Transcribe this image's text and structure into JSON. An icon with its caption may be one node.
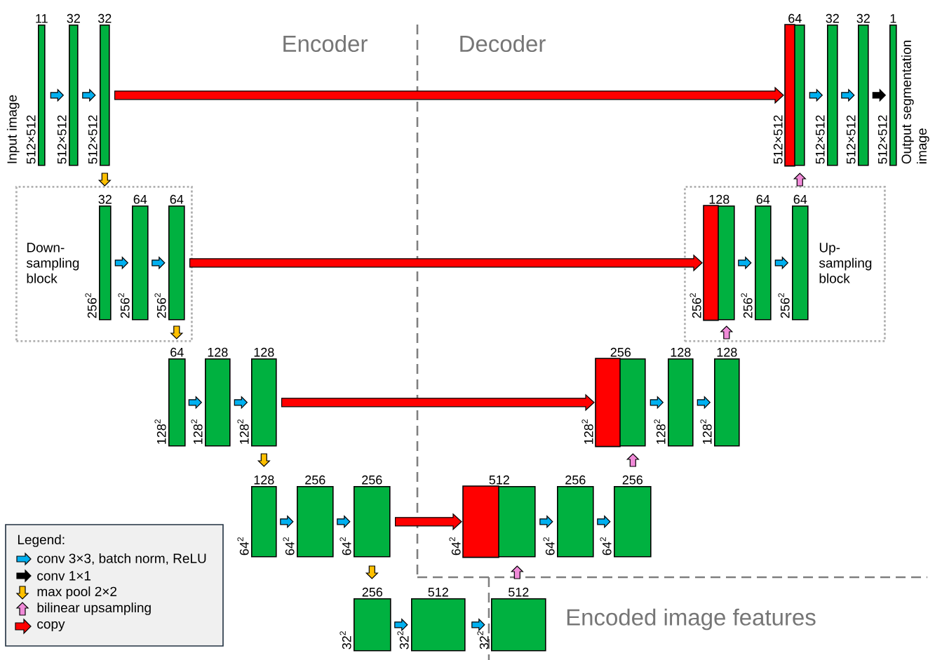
{
  "diagram": {
    "nodes": [
      {
        "text": [
          "11"
        ],
        "beside": [
          "Input image",
          "512×512"
        ]
      },
      {
        "text": [
          "32"
        ],
        "beside": [
          "512×512"
        ]
      },
      {
        "text": [
          "32"
        ],
        "beside": [
          "512×512"
        ]
      },
      {
        "text": [
          "64"
        ],
        "beside": [
          "512×512"
        ]
      },
      {
        "text": [
          "32"
        ],
        "beside": [
          "512×512"
        ]
      },
      {
        "text": [
          "32"
        ],
        "beside": [
          "512×512"
        ]
      },
      {
        "text": [
          "1"
        ],
        "beside": [
          "512×512",
          "Output segmentation image"
        ]
      },
      {
        "text": [
          "Down-sampling block"
        ]
      },
      {
        "text": [
          "32"
        ],
        "beside": [
          "256$^{2}$"
        ],
        "in": 7
      },
      {
        "text": [
          "64"
        ],
        "beside": [
          "256$^{2}$"
        ],
        "in": 7
      },
      {
        "text": [
          "64"
        ],
        "beside": [
          "256$^{2}$"
        ],
        "in": 7
      },
      {
        "text": [
          "Up-sampling block"
        ]
      },
      {
        "text": [
          "128"
        ],
        "beside": [
          "256$^{2}$"
        ],
        "in": 11
      },
      {
        "text": [
          "64"
        ],
        "beside": [
          "256$^{2}$"
        ],
        "in": 11
      },
      {
        "text": [
          "64"
        ],
        "beside": [
          "256$^{2}$"
        ],
        "in": 11
      },
      {
        "text": [
          "64"
        ],
        "beside": [
          "128$^{2}$"
        ]
      },
      {
        "text": [
          "128"
        ],
        "beside": [
          "128$^{2}$"
        ]
      },
      {
        "text": [
          "128"
        ],
        "beside": [
          "128$^{2}$"
        ]
      },
      {
        "text": [
          "256"
        ],
        "beside": [
          "128$^{2}$"
        ]
      },
      {
        "text": [
          "128"
        ],
        "beside": [
          "128$^{2}$"
        ]
      },
      {
        "text": [
          "128"
        ],
        "beside": [
          "128$^{2}$"
        ]
      },
      {
        "text": [
          "128"
        ],
        "beside": [
          "64$^{2}$"
        ]
      },
      {
        "text": [
          "256"
        ],
        "beside": [
          "64$^{2}$"
        ]
      },
      {
        "text": [
          "256"
        ],
        "beside": [
          "64$^{2}$"
        ]
      },
      {
        "text": [
          "512"
        ],
        "beside": [
          "64$^{2}$"
        ]
      },
      {
        "text": [
          "256"
        ],
        "beside": [
          "64$^{2}$"
        ]
      },
      {
        "text": [
          "256"
        ],
        "beside": [
          "64$^{2}$"
        ]
      },
      {
        "text": [
          "256"
        ],
        "beside": [
          "32$^{2}$"
        ]
      },
      {
        "text": [
          "512"
        ],
        "beside": [
          "32$^{2}$"
        ]
      },
      {
        "text": [
          "512"
        ],
        "beside": [
          "32$^{2}$"
        ]
      }
    ],
    "edges": [
      {
        "from": 0,
        "to": 1,
        "arrow": "to"
      },
      {
        "from": 1,
        "to": 2,
        "arrow": "to"
      },
      {
        "from": 2,
        "to": 3,
        "arrow": "to",
        "style": "thick",
        "color": "#ff0000"
      },
      {
        "from": 3,
        "to": 4,
        "arrow": "to"
      },
      {
        "from": 4,
        "to": 5,
        "arrow": "to"
      },
      {
        "from": 5,
        "to": 6,
        "arrow": "to",
        "color": "#000000"
      },
      {
        "from": 2,
        "to": 8,
        "arrow": "to",
        "color": "#ffc000"
      },
      {
        "from": 8,
        "to": 9,
        "arrow": "to"
      },
      {
        "from": 9,
        "to": 10,
        "arrow": "to"
      },
      {
        "from": 10,
        "to": 12,
        "arrow": "to",
        "style": "thick",
        "color": "#ff0000"
      },
      {
        "from": 12,
        "to": 13,
        "arrow": "to"
      },
      {
        "from": 13,
        "to": 14,
        "arrow": "to"
      },
      {
        "from": 14,
        "to": 3,
        "arrow": "to",
        "color": "#f08ad8"
      },
      {
        "from": 10,
        "to": 15,
        "arrow": "to",
        "color": "#ffc000"
      },
      {
        "from": 15,
        "to": 16,
        "arrow": "to"
      },
      {
        "from": 16,
        "to": 17,
        "arrow": "to"
      },
      {
        "from": 17,
        "to": 18,
        "arrow": "to",
        "style": "thick",
        "color": "#ff0000"
      },
      {
        "from": 18,
        "to": 19,
        "arrow": "to"
      },
      {
        "from": 19,
        "to": 20,
        "arrow": "to"
      },
      {
        "from": 20,
        "to": 12,
        "arrow": "to",
        "color": "#f08ad8"
      },
      {
        "from": 17,
        "to": 21,
        "arrow": "to",
        "color": "#ffc000"
      },
      {
        "from": 21,
        "to": 22,
        "arrow": "to"
      },
      {
        "from": 22,
        "to": 23,
        "arrow": "to"
      },
      {
        "from": 23,
        "to": 24,
        "arrow": "to",
        "style": "thick",
        "color": "#ff0000"
      },
      {
        "from": 24,
        "to": 25,
        "arrow": "to"
      },
      {
        "from": 25,
        "to": 26,
        "arrow": "to"
      },
      {
        "from": 26,
        "to": 18,
        "arrow": "to",
        "color": "#f08ad8"
      },
      {
        "from": 23,
        "to": 27,
        "arrow": "to",
        "color": "#ffc000"
      },
      {
        "from": 27,
        "to": 28,
        "arrow": "to"
      },
      {
        "from": 28,
        "to": 29,
        "arrow": "to"
      },
      {
        "from": 29,
        "to": 24,
        "arrow": "to",
        "color": "#f08ad8"
      }
    ],
    "labels": [
      "Encoder",
      "Decoder",
      "Encoded image features",
      "Legend:"
    ],
    "legend": [
      {
        "text": "conv 3×3, batch norm, ReLU",
        "color": "#00b0f0"
      },
      {
        "text": "conv 1×1",
        "color": "#000000"
      },
      {
        "text": "max pool 2×2",
        "color": "#ffc000"
      },
      {
        "text": "bilinear upsampling",
        "color": "#f08ad8"
      },
      {
        "text": "copy",
        "color": "#ff0000"
      }
    ]
  }
}
